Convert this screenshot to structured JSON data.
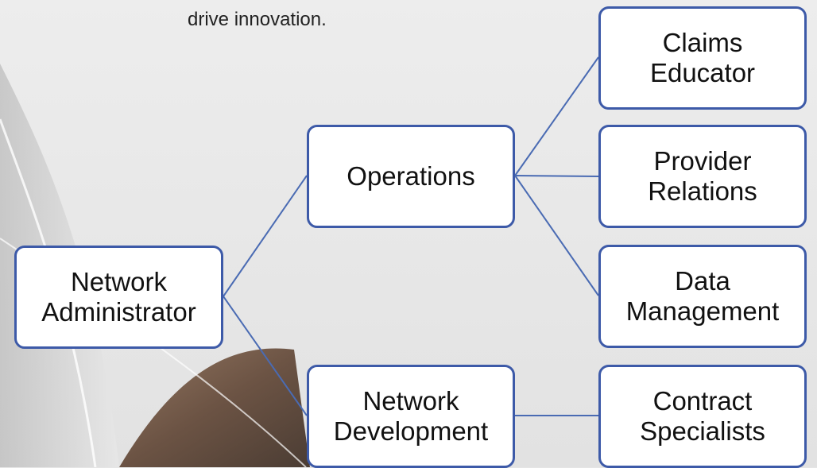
{
  "intro_text": "drive innovation.",
  "colors": {
    "node_border": "#3d5aa8",
    "connector": "#4a6bb3",
    "node_fill": "#ffffff"
  },
  "org_chart": {
    "root": {
      "line1": "Network",
      "line2": "Administrator"
    },
    "operations": {
      "label": "Operations"
    },
    "network_development": {
      "line1": "Network",
      "line2": "Development"
    },
    "claims_educator": {
      "line1": "Claims",
      "line2": "Educator"
    },
    "provider_relations": {
      "line1": "Provider",
      "line2": "Relations"
    },
    "data_management": {
      "line1": "Data",
      "line2": "Management"
    },
    "contract_specialists": {
      "line1": "Contract",
      "line2": "Specialists"
    }
  }
}
